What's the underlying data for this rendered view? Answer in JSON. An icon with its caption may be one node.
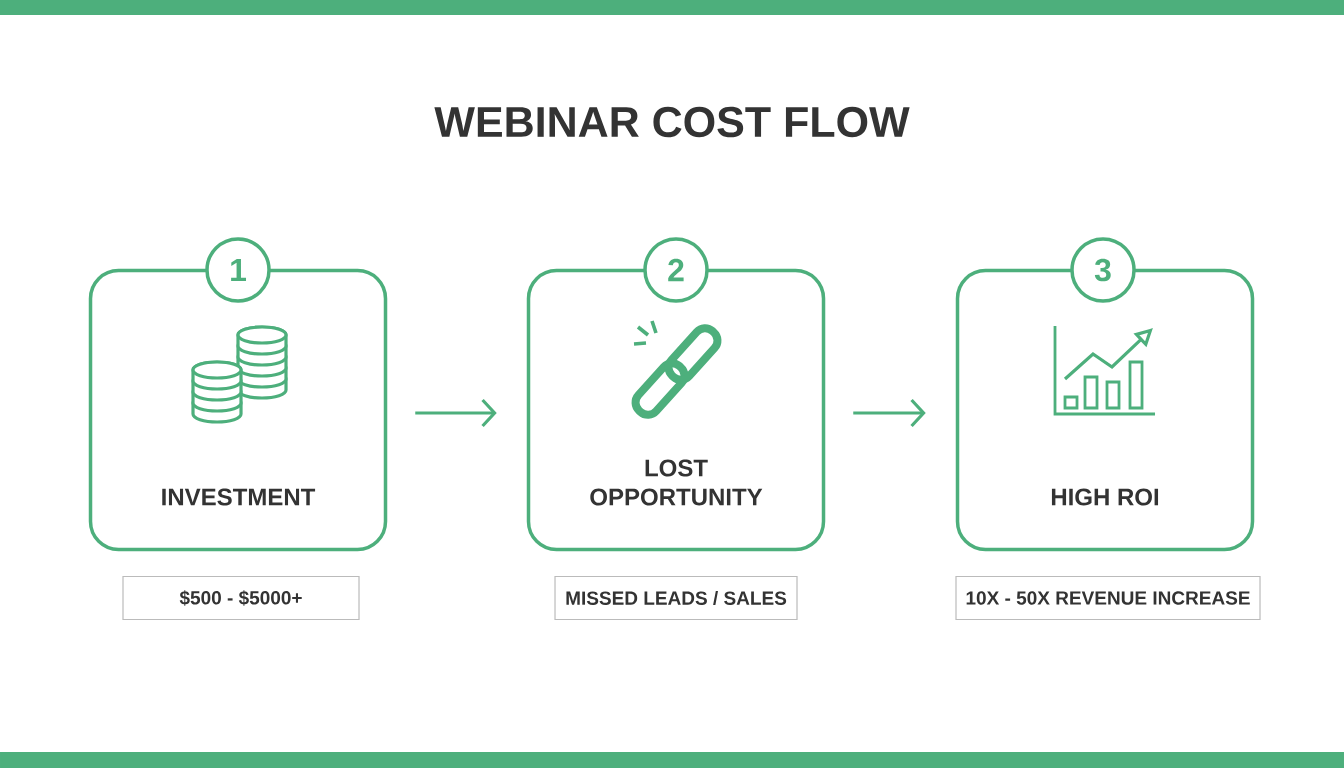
{
  "diagram": {
    "title": "WEBINAR COST FLOW",
    "nodes": [
      {
        "text": [
          "1"
        ]
      },
      {
        "text": [
          "INVESTMENT"
        ]
      },
      {
        "text": [
          "2"
        ]
      },
      {
        "text": [
          "LOST OPPORTUNITY"
        ]
      },
      {
        "text": [
          "3"
        ]
      },
      {
        "text": [
          "HIGH ROI"
        ]
      },
      {
        "text": [
          "$500 - $5000+"
        ]
      },
      {
        "text": [
          "MISSED LEADS / SALES"
        ]
      },
      {
        "text": [
          "10X - 50X REVENUE INCREASE"
        ]
      }
    ],
    "edges": [
      {
        "from": 1,
        "to": 3,
        "arrow": "to"
      },
      {
        "from": 3,
        "to": 5,
        "arrow": "to"
      }
    ]
  }
}
